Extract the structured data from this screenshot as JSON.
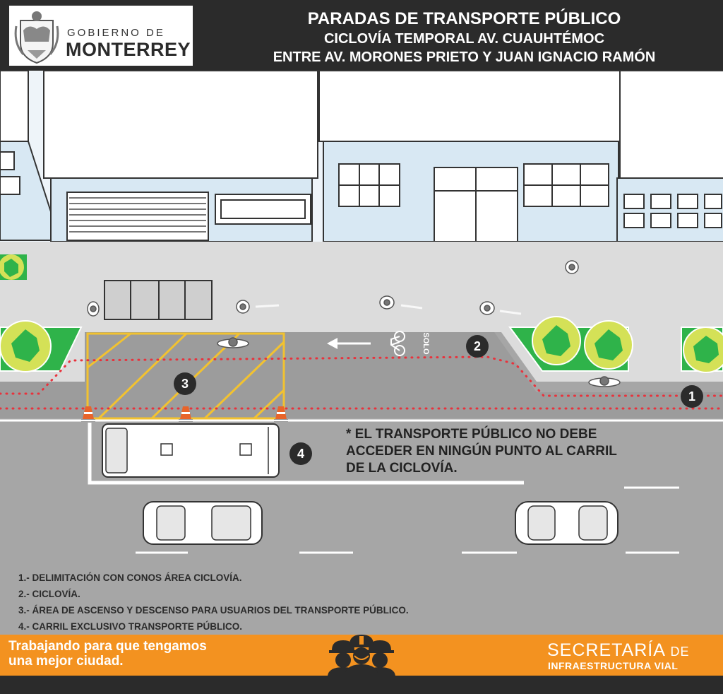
{
  "header": {
    "logo_top": "GOBIERNO DE",
    "logo_main": "MONTERREY",
    "title": "PARADAS DE TRANSPORTE PÚBLICO",
    "subtitle_1": "CICLOVÍA TEMPORAL AV. CUAUHTÉMOC",
    "subtitle_2": "ENTRE AV. MORONES PRIETO Y JUAN IGNACIO RAMÓN"
  },
  "road": {
    "bike_marking": "SOLO"
  },
  "markers": [
    "1",
    "2",
    "3",
    "4"
  ],
  "note": {
    "line_1": "* EL TRANSPORTE PÚBLICO NO DEBE",
    "line_2": "ACCEDER EN NINGÚN PUNTO AL CARRIL",
    "line_3": "DE LA CICLOVÍA."
  },
  "legend": [
    "1.- DELIMITACIÓN CON CONOS ÁREA CICLOVÍA.",
    "2.- CICLOVÍA.",
    "3.- ÁREA DE ASCENSO Y DESCENSO PARA USUARIOS DEL TRANSPORTE PÚBLICO.",
    "4.- CARRIL EXCLUSIVO TRANSPORTE PÚBLICO."
  ],
  "footer": {
    "slogan_1": "Trabajando para que tengamos",
    "slogan_2": "una mejor ciudad.",
    "secretaria": "SECRETARÍA",
    "secretaria_de": "DE",
    "dept": "INFRAESTRUCTURA VIAL"
  },
  "colors": {
    "header_bg": "#2b2b2b",
    "sidewalk": "#dcdcdc",
    "road": "#a6a6a6",
    "cone_line": "#e8323c",
    "boarding_area": "#f2c230",
    "planter": "#2fb34a",
    "footer_bg": "#f39220",
    "building_blue": "#d8e8f3"
  },
  "icons": [
    "shield-seal-icon",
    "bicycle-icon",
    "arrow-left-icon",
    "traffic-cone-icon",
    "hardhat-workers-icon"
  ]
}
